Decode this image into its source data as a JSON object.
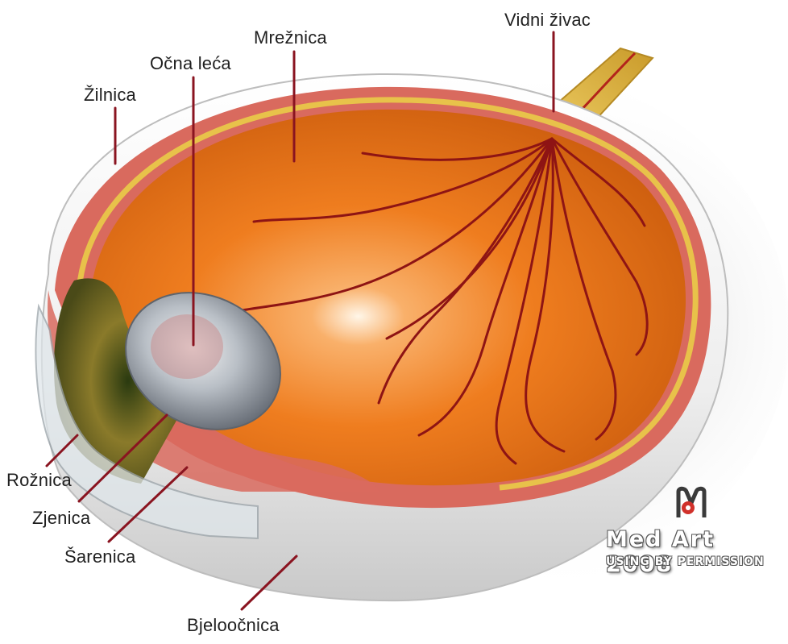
{
  "labels": {
    "optic_nerve": "Vidni živac",
    "retina": "Mrežnica",
    "lens": "Očna leća",
    "choroid": "Žilnica",
    "cornea": "Rožnica",
    "pupil": "Zjenica",
    "iris": "Šarenica",
    "sclera": "Bjeloočnica"
  },
  "watermark": {
    "main": "Med Art 2008",
    "sub": "USING BY PERMISSION"
  },
  "colors": {
    "sclera": "#f2f2f2",
    "choroid": "#d96a5e",
    "retina_layer": "#e8c24a",
    "interior": "#ef7d1f",
    "vessel": "#8e1414",
    "leader_line": "#8a1420",
    "optic_nerve": "#e0b43a"
  }
}
